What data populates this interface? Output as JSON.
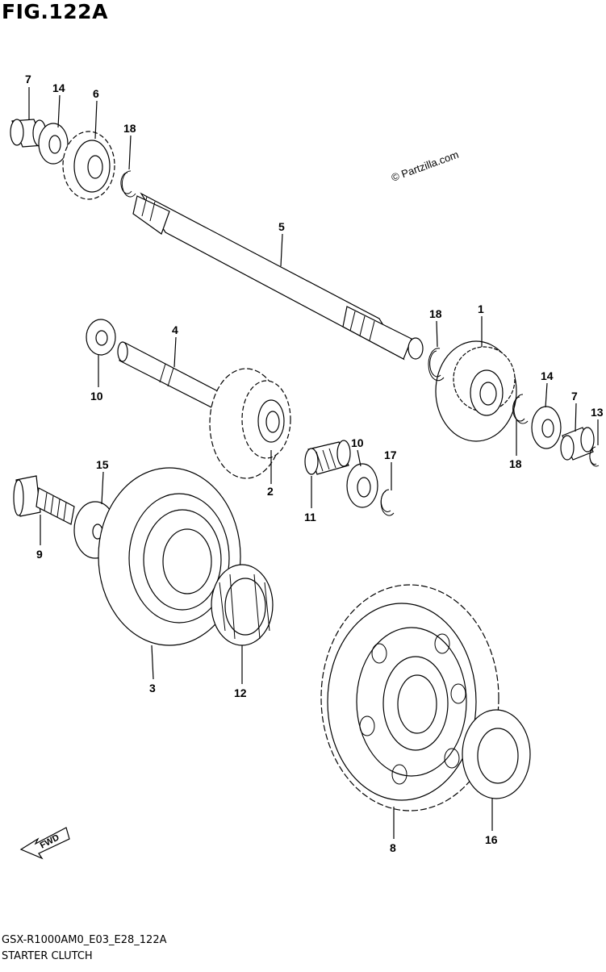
{
  "figure": {
    "title": "FIG.122A",
    "watermark": "© Partzilla.com",
    "drawing_code": "GSX-R1000AM0_E03_E28_122A",
    "name": "STARTER CLUTCH",
    "direction_marker": "FWD"
  },
  "callouts": {
    "c1": "1",
    "c2": "2",
    "c3": "3",
    "c4": "4",
    "c5": "5",
    "c6": "6",
    "c7a": "7",
    "c7b": "7",
    "c8": "8",
    "c9": "9",
    "c10a": "10",
    "c10b": "10",
    "c11": "11",
    "c12": "12",
    "c13": "13",
    "c14a": "14",
    "c14b": "14",
    "c15": "15",
    "c16": "16",
    "c17": "17",
    "c18a": "18",
    "c18b": "18",
    "c18c": "18"
  },
  "style": {
    "ink": "#000000",
    "paper": "#ffffff"
  }
}
